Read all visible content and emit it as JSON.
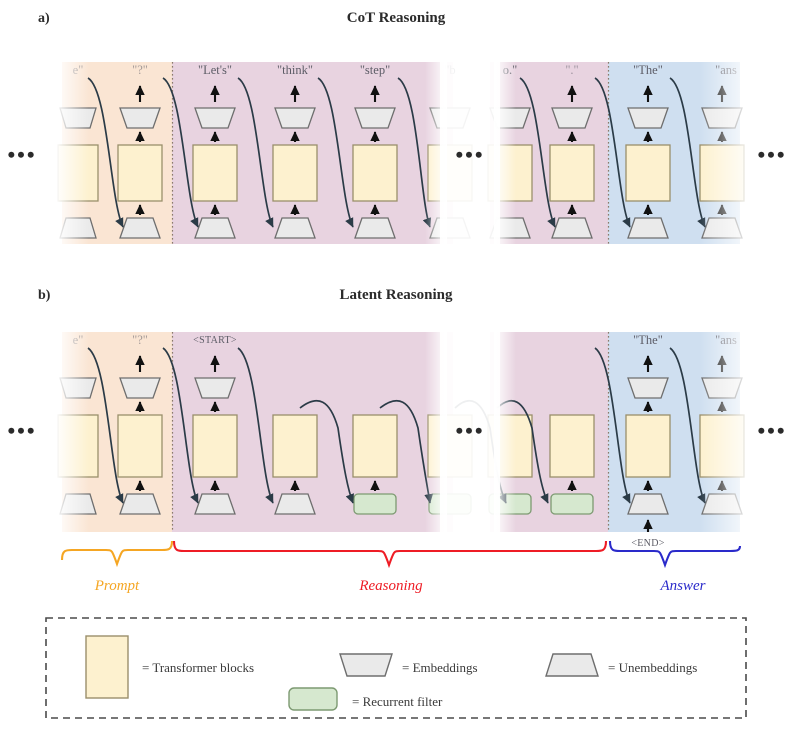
{
  "figure": {
    "panels": [
      {
        "letter": "a)",
        "title": "CoT Reasoning",
        "columns": [
          {
            "token": "e\"",
            "region": "prompt",
            "faded": true,
            "has_unembedding": true,
            "bottom": "embedding"
          },
          {
            "token": "\"?\"",
            "region": "prompt",
            "faded": false,
            "has_unembedding": true,
            "bottom": "embedding"
          },
          {
            "token": "\"Let's\"",
            "region": "reasoning",
            "faded": false,
            "has_unembedding": true,
            "bottom": "embedding"
          },
          {
            "token": "\"think\"",
            "region": "reasoning",
            "faded": false,
            "has_unembedding": true,
            "bottom": "embedding"
          },
          {
            "token": "\"step\"",
            "region": "reasoning",
            "faded": false,
            "has_unembedding": true,
            "bottom": "embedding"
          },
          {
            "token": "\"b",
            "region": "reasoning",
            "faded": true,
            "has_unembedding": true,
            "bottom": "embedding"
          },
          {
            "token": "o.\"",
            "region": "reasoning",
            "faded": true,
            "has_unembedding": true,
            "bottom": "embedding"
          },
          {
            "token": "\".\"",
            "region": "reasoning",
            "faded": false,
            "has_unembedding": true,
            "bottom": "embedding"
          },
          {
            "token": "\"The\"",
            "region": "answer",
            "faded": false,
            "has_unembedding": true,
            "bottom": "embedding"
          },
          {
            "token": "\"ans",
            "region": "answer",
            "faded": true,
            "has_unembedding": true,
            "bottom": "embedding"
          }
        ]
      },
      {
        "letter": "b)",
        "title": "Latent Reasoning",
        "columns": [
          {
            "token": "e\"",
            "region": "prompt",
            "faded": true,
            "has_unembedding": true,
            "bottom": "embedding"
          },
          {
            "token": "\"?\"",
            "region": "prompt",
            "faded": false,
            "has_unembedding": true,
            "bottom": "embedding"
          },
          {
            "token": "<START>",
            "region": "reasoning",
            "faded": false,
            "has_unembedding": true,
            "bottom": "embedding",
            "smallcaps": true
          },
          {
            "token": "",
            "region": "reasoning",
            "faded": false,
            "has_unembedding": false,
            "bottom": "embedding"
          },
          {
            "token": "",
            "region": "reasoning",
            "faded": false,
            "has_unembedding": false,
            "bottom": "filter"
          },
          {
            "token": "",
            "region": "reasoning",
            "faded": true,
            "has_unembedding": false,
            "bottom": "filter"
          },
          {
            "token": "",
            "region": "reasoning",
            "faded": true,
            "has_unembedding": false,
            "bottom": "filter"
          },
          {
            "token": "",
            "region": "reasoning",
            "faded": false,
            "has_unembedding": false,
            "bottom": "filter"
          },
          {
            "token": "\"The\"",
            "region": "answer",
            "faded": false,
            "has_unembedding": true,
            "bottom": "embedding",
            "bottom_token": "<END>"
          },
          {
            "token": "\"ans",
            "region": "answer",
            "faded": true,
            "has_unembedding": true,
            "bottom": "embedding"
          }
        ],
        "bottom_token_label": "<END>"
      }
    ],
    "braces": [
      {
        "label": "Prompt",
        "color": "#f5a623"
      },
      {
        "label": "Reasoning",
        "color": "#ee1c25"
      },
      {
        "label": "Answer",
        "color": "#2a2aca"
      }
    ],
    "ellipsis": "•••",
    "legend": {
      "items": [
        {
          "shape": "rect",
          "label": "= Transformer blocks",
          "color": "#fdf1cf"
        },
        {
          "shape": "trap-down",
          "label": "= Embeddings",
          "color": "#eaeaea"
        },
        {
          "shape": "trap-up",
          "label": "= Unembeddings",
          "color": "#eaeaea"
        },
        {
          "shape": "rounded",
          "label": "= Recurrent filter",
          "color": "#d6e8cf"
        }
      ]
    },
    "colors": {
      "prompt_bg": "#fae5d3",
      "reasoning_bg": "#e8d3e0",
      "answer_bg": "#cfdff0",
      "transformer": "#fdf1cf",
      "transformer_stroke": "#9a8f6b",
      "embedding": "#eaeaea",
      "embedding_stroke": "#6e6e6e",
      "filter": "#d6e8cf",
      "filter_stroke": "#7d9a72",
      "arrow": "#2b3b47",
      "divider": "#8a7a6a",
      "legend_border": "#4a4a4a",
      "text": "#2b2b2b",
      "token_text": "#5c5c66"
    }
  }
}
